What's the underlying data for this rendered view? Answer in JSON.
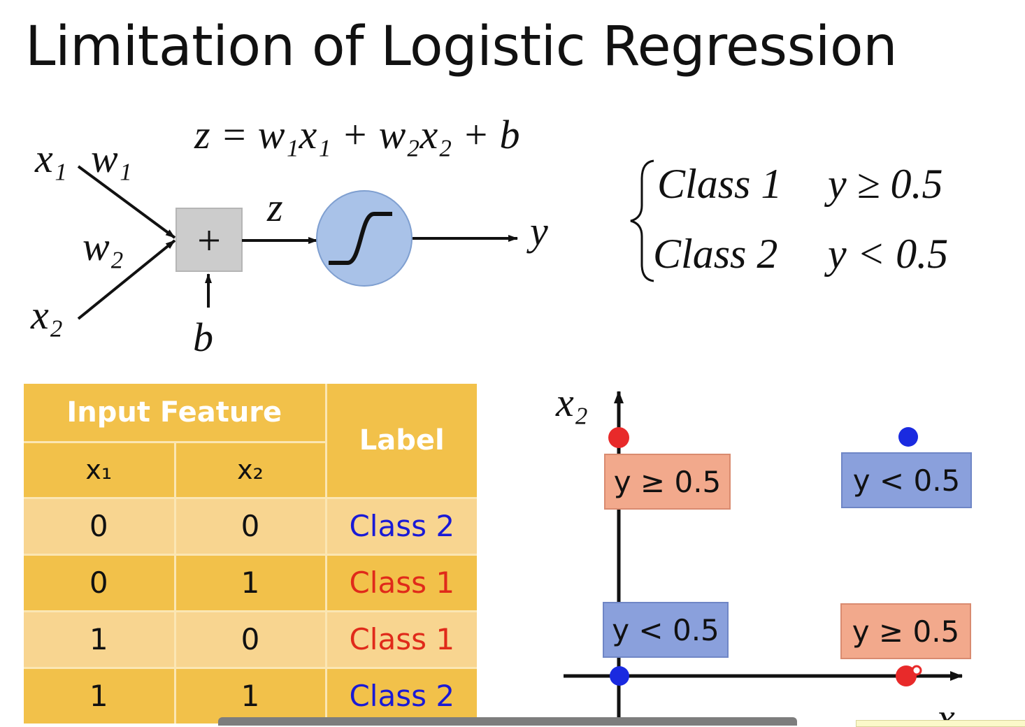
{
  "title": "Limitation of Logistic Regression",
  "diagram": {
    "equation": "z = w₁x₁ + w₂x₂ + b",
    "inputs": [
      "x₁",
      "x₂"
    ],
    "weights": [
      "w₁",
      "w₂"
    ],
    "bias": "b",
    "sum_symbol": "+",
    "z_label": "z",
    "output": "y",
    "colors": {
      "sum_box": "#cccccc",
      "sigmoid_circle": "#a9c2e8"
    }
  },
  "rule": {
    "class1_label": "Class 1",
    "class1_condition": "y ≥ 0.5",
    "class2_label": "Class 2",
    "class2_condition": "y < 0.5"
  },
  "table": {
    "group_header": "Input Feature",
    "col1": "x₁",
    "col2": "x₂",
    "label_header": "Label",
    "rows": [
      {
        "x1": "0",
        "x2": "0",
        "label": "Class 2"
      },
      {
        "x1": "0",
        "x2": "1",
        "label": "Class 1"
      },
      {
        "x1": "1",
        "x2": "0",
        "label": "Class 1"
      },
      {
        "x1": "1",
        "x2": "1",
        "label": "Class 2"
      }
    ],
    "colors": {
      "header": "#f2c14a",
      "row_light": "#f8d590",
      "class1": "#e02a1a",
      "class2": "#1a1ad6"
    }
  },
  "plot": {
    "y_axis_label": "x₂",
    "x_axis_label": "x",
    "region_labels": [
      {
        "text": "y ≥ 0.5",
        "color": "red"
      },
      {
        "text": "y < 0.5",
        "color": "blue"
      },
      {
        "text": "y < 0.5",
        "color": "blue"
      },
      {
        "text": "y ≥ 0.5",
        "color": "red"
      }
    ],
    "colors": {
      "red_point": "#e82a2a",
      "blue_point": "#1a2ae0",
      "red_box": "#f2a98c",
      "blue_box": "#8aa0dc"
    }
  }
}
